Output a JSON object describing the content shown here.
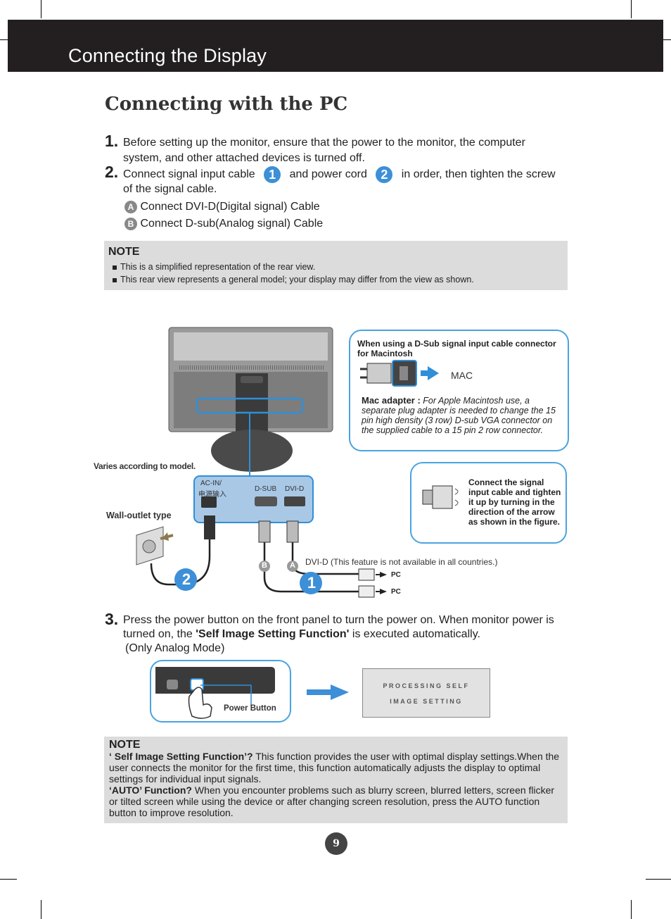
{
  "header": {
    "title": "Connecting the Display"
  },
  "section_title": "Connecting with the PC",
  "steps": {
    "s1": {
      "num": "1.",
      "line1": "Before setting up the monitor, ensure that the power to the monitor, the computer",
      "line2": "system, and other attached devices is turned off."
    },
    "s2": {
      "num": "2.",
      "part1": "Connect signal input cable",
      "badge1": "1",
      "part2": "and power cord",
      "badge2": "2",
      "part3": "in order, then tighten the screw",
      "line2": "of the signal cable.",
      "optA_badge": "A",
      "optA": "Connect DVI-D(Digital signal) Cable",
      "optB_badge": "B",
      "optB": "Connect D-sub(Analog signal) Cable"
    },
    "s3": {
      "num": "3.",
      "line1": "Press the power button on the front panel to turn the power on. When monitor power is",
      "line2_pre": "turned on, the ",
      "line2_bold": "'Self Image Setting Function'",
      "line2_post": " is executed automatically.",
      "line3": "(Only Analog Mode)"
    }
  },
  "note1": {
    "title": "NOTE",
    "items": [
      "This is a simplified representation of the rear view.",
      "This rear view represents a general model; your display may differ from the view as shown."
    ]
  },
  "diagram": {
    "mac_callout_title": "When using a D-Sub signal input cable connector for Macintosh",
    "mac_label": "MAC",
    "mac_adapter_bold": "Mac adapter :",
    "mac_adapter_text": "For Apple Macintosh use, a separate plug adapter is needed to change the 15 pin high density (3 row) D-sub VGA connector on the supplied cable to a 15 pin  2 row connector.",
    "varies": "Varies according to model.",
    "acin": "AC-IN/",
    "acin_cn": "电源输入",
    "dsub": "D-SUB",
    "dvid": "DVI-D",
    "wall_outlet": "Wall-outlet type",
    "screw_callout": "Connect the signal input cable and tighten it up by turning in the direction of the arrow as shown in the figure.",
    "dvid_note": "DVI-D (This feature is not available in all countries.)",
    "pc1": "PC",
    "pc2": "PC",
    "num1": "1",
    "num2": "2",
    "letterA": "A",
    "letterB": "B"
  },
  "power": {
    "button_label": "Power Button",
    "osd_line1": "PROCESSING SELF",
    "osd_line2": "IMAGE SETTING"
  },
  "note2": {
    "title": "NOTE",
    "p1_bold": "‘ Self Image Setting Function’?",
    "p1": " This function provides the user with optimal display settings.When the user connects the monitor for the first time, this function automatically adjusts the display to optimal settings for individual input signals.",
    "p2_bold": "‘AUTO’ Function?",
    "p2": " When you encounter problems such as blurry screen, blurred letters, screen flicker or tilted screen while using the device or after changing screen resolution, press the AUTO function button to improve resolution."
  },
  "page_number": "9",
  "colors": {
    "accent": "#3d8fd8",
    "header": "#231f20",
    "note_bg": "#dcdcdc"
  }
}
